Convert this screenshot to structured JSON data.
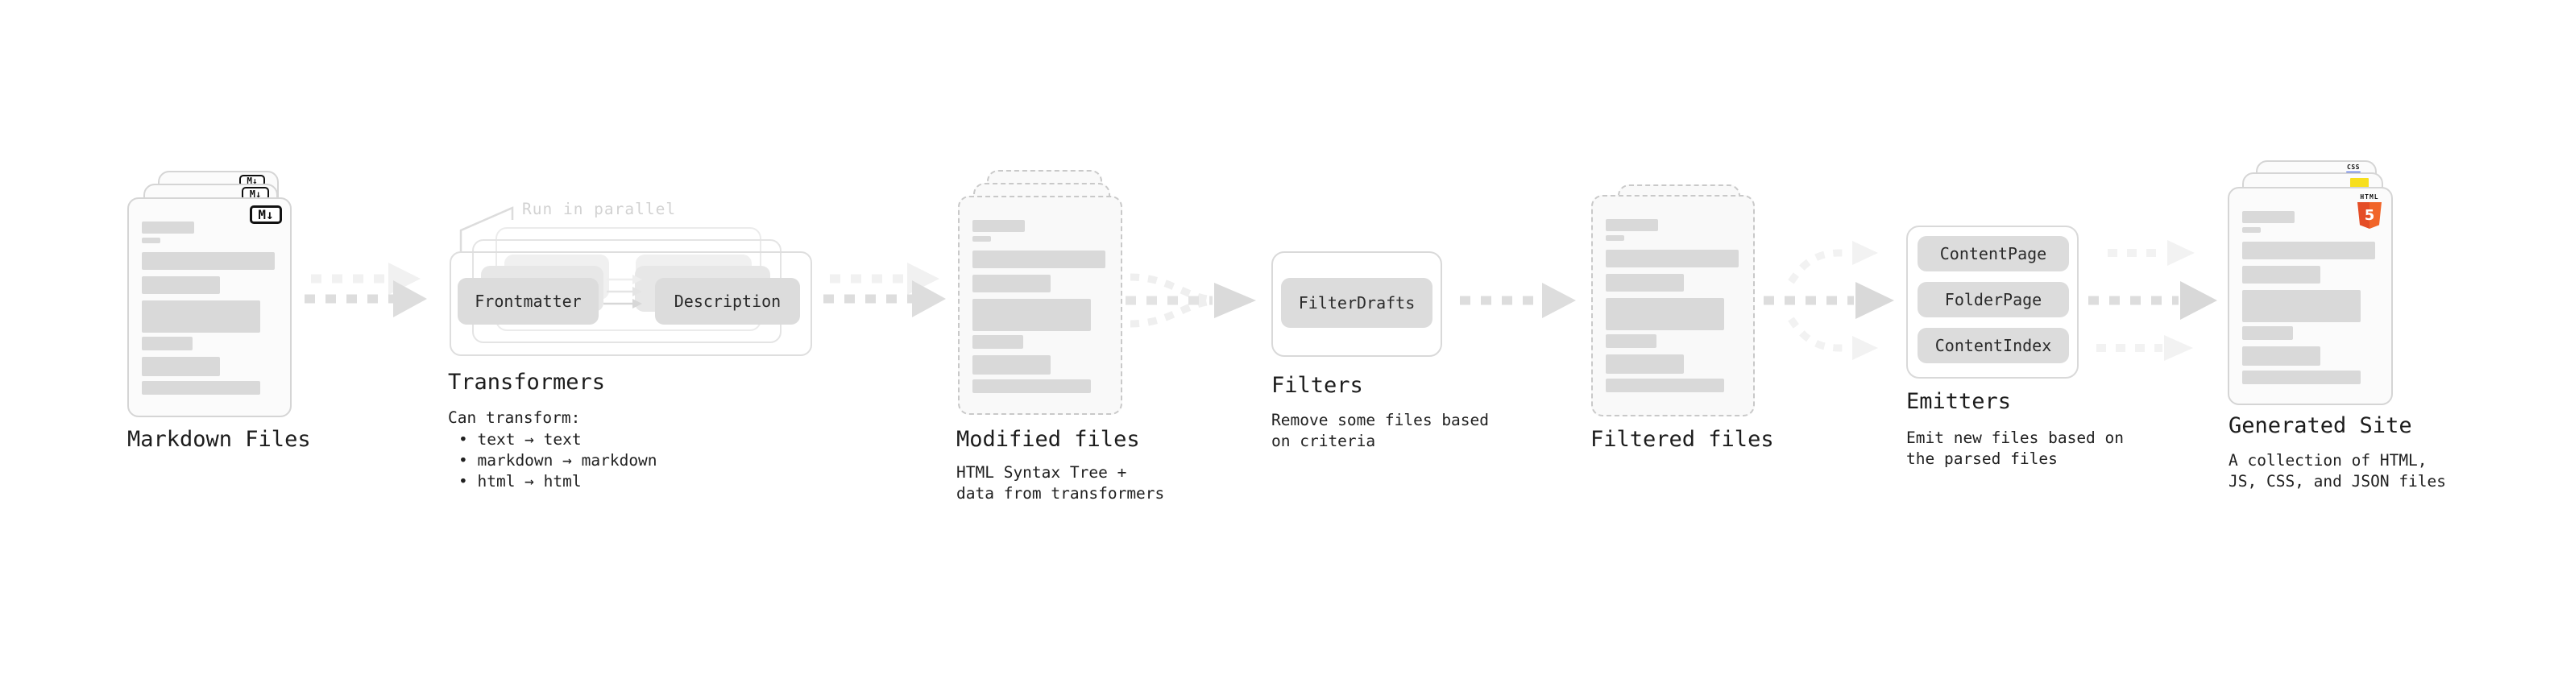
{
  "annotation": {
    "run_in_parallel": "Run in parallel"
  },
  "markdown_files": {
    "label": "Markdown Files"
  },
  "transformers": {
    "label": "Transformers",
    "box_frontmatter": "Frontmatter",
    "box_description": "Description",
    "intro": "Can transform:",
    "bullet1": "• text → text",
    "bullet2": "• markdown → markdown",
    "bullet3": "• html → html"
  },
  "modified_files": {
    "label": "Modified files",
    "desc1": "HTML Syntax Tree +",
    "desc2": "data from transformers"
  },
  "filters": {
    "label": "Filters",
    "box": "FilterDrafts",
    "desc1": "Remove some files based",
    "desc2": "on criteria"
  },
  "filtered_files": {
    "label": "Filtered files"
  },
  "emitters": {
    "label": "Emitters",
    "box1": "ContentPage",
    "box2": "FolderPage",
    "box3": "ContentIndex",
    "desc1": "Emit new files based on",
    "desc2": "the parsed files"
  },
  "generated_site": {
    "label": "Generated Site",
    "desc1": "A collection of HTML,",
    "desc2": "JS, CSS, and JSON files"
  },
  "icons": {
    "markdown": "M↓",
    "html5_label": "HTML",
    "html5_number": "5",
    "css_label": "CSS"
  },
  "colors": {
    "html5_orange": "#e44d26",
    "html5_orange_light": "#f16529",
    "js_yellow": "#f7df1e",
    "css_blue": "#2d53e5",
    "pill_gray": "#dcdcdc",
    "bar_gray": "#d9d9d9",
    "arrow_gray": "#dddddd",
    "arrow_light": "#f1f1f1",
    "text_dark": "#1c1c1c",
    "muted_annotation": "#d2d2d2"
  }
}
